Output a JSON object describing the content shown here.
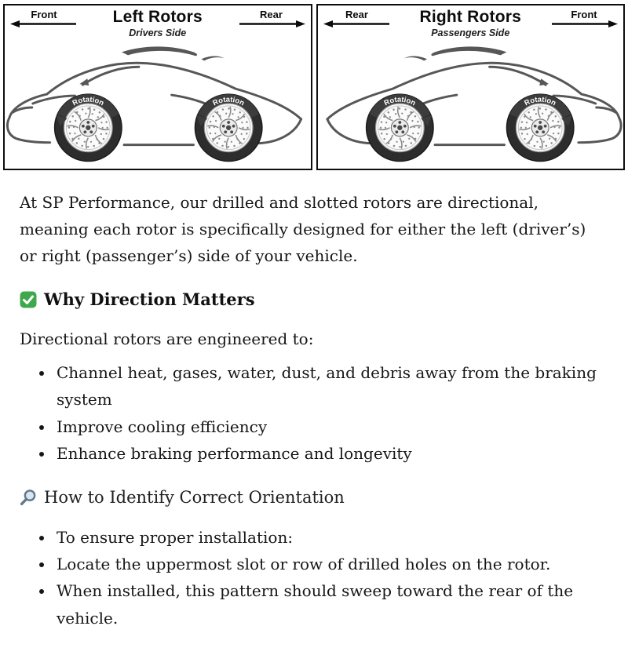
{
  "diagram": {
    "rotation_label": "Rotation",
    "left_panel": {
      "title": "Left Rotors",
      "subtitle": "Drivers Side",
      "corner_left": "Front",
      "corner_right": "Rear"
    },
    "right_panel": {
      "title": "Right Rotors",
      "subtitle": "Passengers Side",
      "corner_left": "Rear",
      "corner_right": "Front"
    }
  },
  "article": {
    "intro": "At SP Performance, our drilled and slotted rotors are directional, meaning each rotor is specifically designed for either the left (driver’s) or right (passenger’s) side of your vehicle.",
    "section_why": {
      "icon": "green-check",
      "title": "Why Direction Matters",
      "lead": "Directional rotors are engineered to:",
      "bullets": [
        "Channel heat, gases, water, dust, and debris away from the braking system",
        "Improve cooling efficiency",
        "Enhance braking performance and longevity"
      ]
    },
    "section_identify": {
      "icon": "magnifying-glass",
      "title": "How to Identify Correct Orientation",
      "bullets": [
        "To ensure proper installation:",
        "Locate the uppermost slot or row of drilled holes on the rotor.",
        "When installed, this pattern should sweep toward the rear of the vehicle."
      ]
    }
  }
}
